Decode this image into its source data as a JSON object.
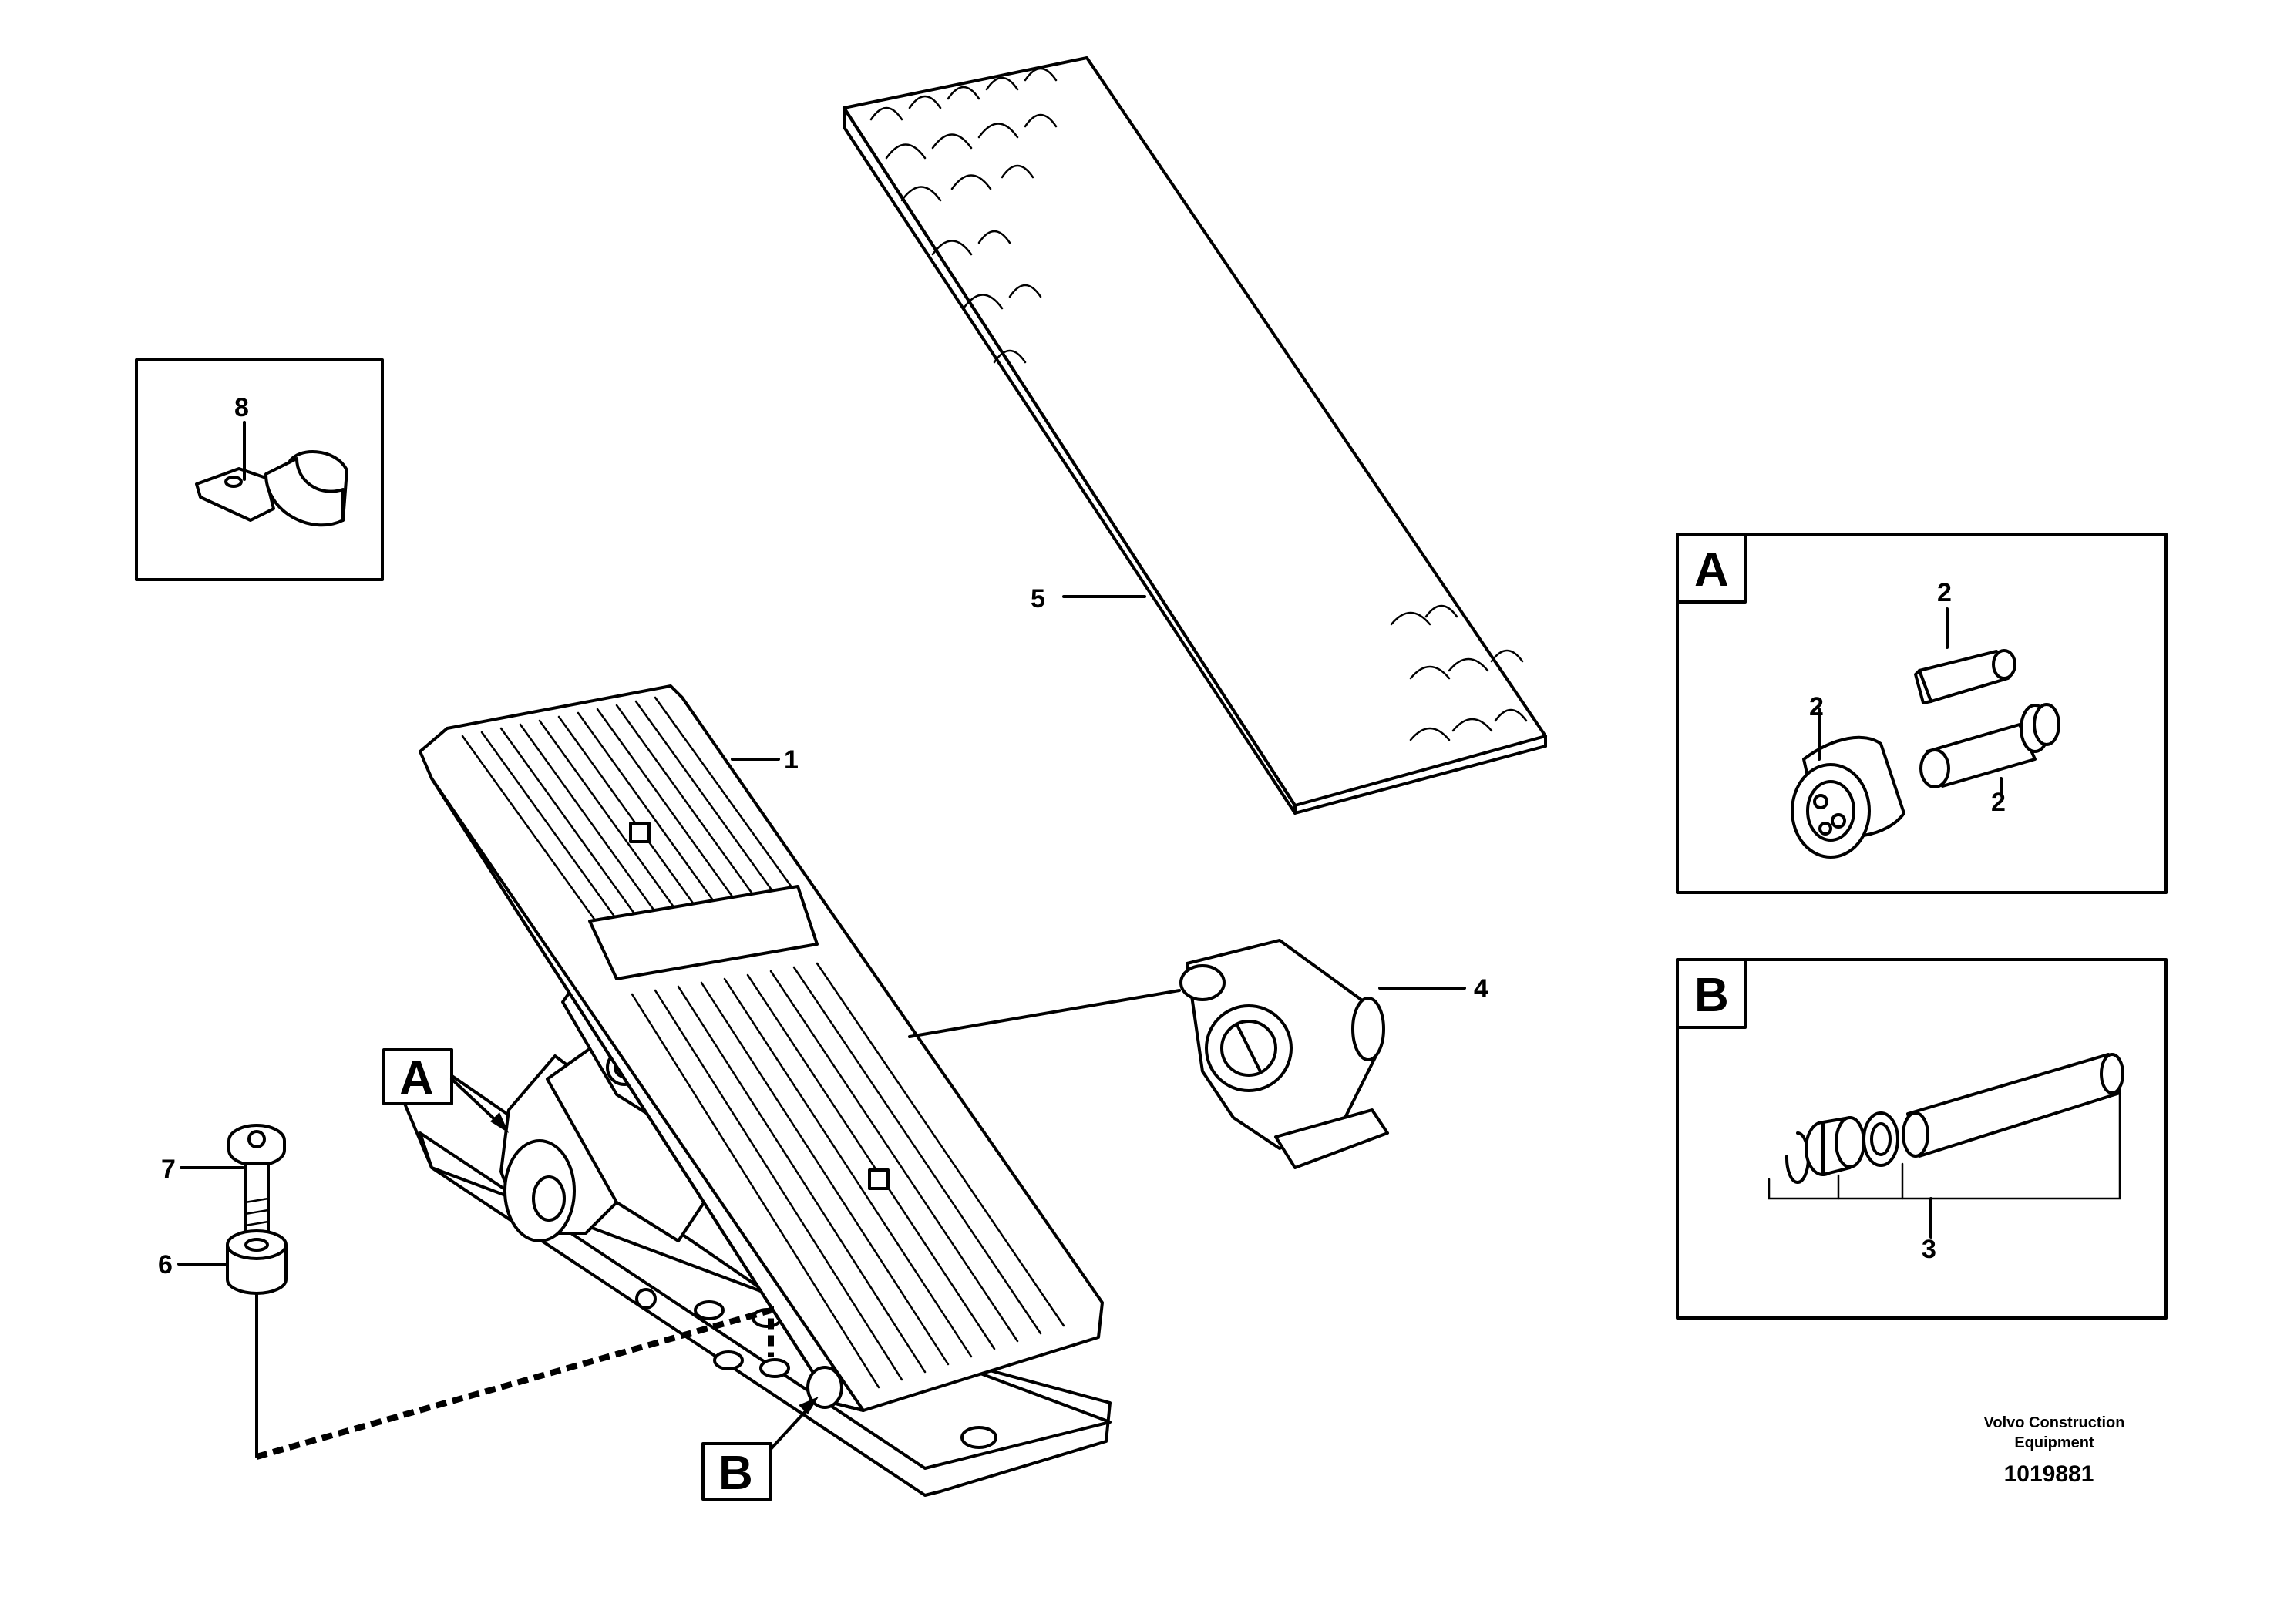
{
  "callouts": {
    "part_1": "1",
    "part_2a": "2",
    "part_2b": "2",
    "part_2c": "2",
    "part_3": "3",
    "part_4": "4",
    "part_5": "5",
    "part_6": "6",
    "part_7": "7",
    "part_8": "8"
  },
  "detail_boxes": {
    "a_main": "A",
    "b_main": "B",
    "a_panel": "A",
    "b_panel": "B"
  },
  "footer": {
    "credit_line1": "Volvo Construction",
    "credit_line2": "Equipment",
    "drawing_number": "1019881"
  },
  "icons": [
    "accelerator-pedal",
    "tread-plate",
    "pedal-sensor",
    "bracket-clip",
    "bolt",
    "spacer",
    "bushing",
    "pin",
    "circlip"
  ]
}
